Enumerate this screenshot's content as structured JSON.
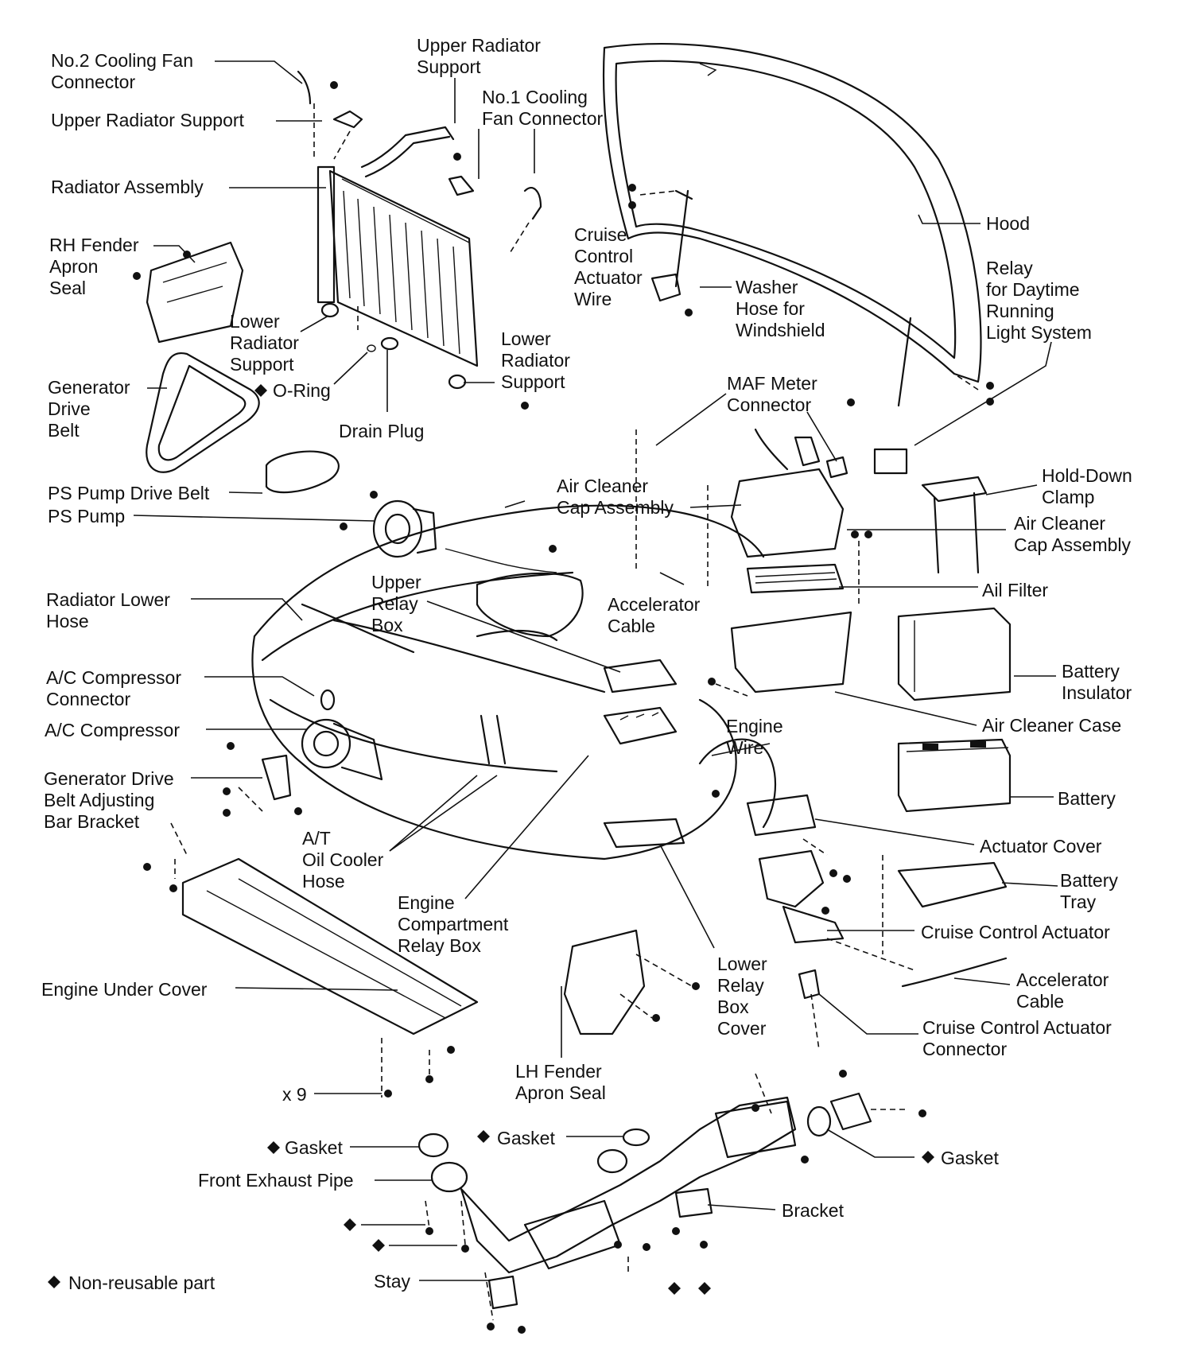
{
  "labels": {
    "no2_cooling_fan_connector": [
      "No.2 Cooling Fan",
      "Connector"
    ],
    "upper_radiator_support_left": [
      "Upper Radiator Support"
    ],
    "upper_radiator_support_top": [
      "Upper Radiator",
      "Support"
    ],
    "no1_cooling_fan_connector": [
      "No.1 Cooling",
      "Fan Connector"
    ],
    "radiator_assembly": [
      "Radiator Assembly"
    ],
    "hood": [
      "Hood"
    ],
    "rh_fender_apron_seal": [
      "RH Fender",
      "Apron",
      "Seal"
    ],
    "cruise_control_actuator_wire": [
      "Cruise",
      "Control",
      "Actuator",
      "Wire"
    ],
    "washer_hose": [
      "Washer",
      "Hose for",
      "Windshield"
    ],
    "relay_drl": [
      "Relay",
      "for Daytime",
      "Running",
      "Light System"
    ],
    "lower_radiator_support_left": [
      "Lower",
      "Radiator",
      "Support"
    ],
    "lower_radiator_support_right": [
      "Lower",
      "Radiator",
      "Support"
    ],
    "o_ring": [
      "O-Ring"
    ],
    "generator_drive_belt": [
      "Generator",
      "Drive",
      "Belt"
    ],
    "drain_plug": [
      "Drain Plug"
    ],
    "maf_meter_connector": [
      "MAF Meter",
      "Connector"
    ],
    "ps_pump_drive_belt": [
      "PS Pump Drive Belt"
    ],
    "ps_pump": [
      "PS Pump"
    ],
    "air_cleaner_cap_assembly_center": [
      "Air Cleaner",
      "Cap Assembly"
    ],
    "hold_down_clamp": [
      "Hold-Down",
      "Clamp"
    ],
    "air_cleaner_cap_assembly_right": [
      "Air Cleaner",
      "Cap Assembly"
    ],
    "upper_relay_box": [
      "Upper",
      "Relay",
      "Box"
    ],
    "radiator_lower_hose": [
      "Radiator Lower",
      "Hose"
    ],
    "accelerator_cable_center": [
      "Accelerator",
      "Cable"
    ],
    "air_filter": [
      "Ail Filter"
    ],
    "ac_compressor_connector": [
      "A/C Compressor",
      "Connector"
    ],
    "battery_insulator": [
      "Battery",
      "Insulator"
    ],
    "air_cleaner_case": [
      "Air Cleaner Case"
    ],
    "ac_compressor": [
      "A/C Compressor"
    ],
    "engine_wire": [
      "Engine",
      "Wire"
    ],
    "generator_belt_bracket": [
      "Generator Drive",
      "Belt Adjusting",
      "Bar Bracket"
    ],
    "battery": [
      "Battery"
    ],
    "at_oil_cooler_hose": [
      "A/T",
      "Oil Cooler",
      "Hose"
    ],
    "actuator_cover": [
      "Actuator Cover"
    ],
    "battery_tray": [
      "Battery",
      "Tray"
    ],
    "engine_compartment_relay_box": [
      "Engine",
      "Compartment",
      "Relay Box"
    ],
    "cruise_control_actuator": [
      "Cruise Control Actuator"
    ],
    "lower_relay_box_cover": [
      "Lower",
      "Relay",
      "Box",
      "Cover"
    ],
    "accelerator_cable_right": [
      "Accelerator",
      "Cable"
    ],
    "engine_under_cover": [
      "Engine Under Cover"
    ],
    "cruise_control_actuator_connector": [
      "Cruise Control Actuator",
      "Connector"
    ],
    "lh_fender_apron_seal": [
      "LH Fender",
      "Apron Seal"
    ],
    "x9": [
      "x 9"
    ],
    "gasket_left": [
      "Gasket"
    ],
    "gasket_center": [
      "Gasket"
    ],
    "gasket_right": [
      "Gasket"
    ],
    "front_exhaust_pipe": [
      "Front Exhaust Pipe"
    ],
    "bracket": [
      "Bracket"
    ],
    "stay": [
      "Stay"
    ],
    "legend_non_reusable": [
      "Non-reusable part"
    ]
  }
}
